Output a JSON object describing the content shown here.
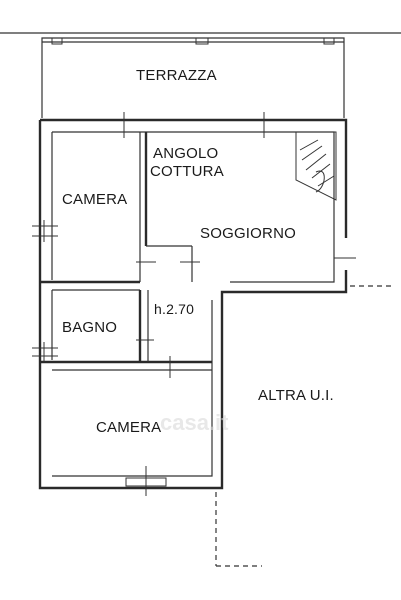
{
  "rooms": {
    "terrazza": "TERRAZZA",
    "angolo_line1": "ANGOLO",
    "angolo_line2": "COTTURA",
    "camera_top": "CAMERA",
    "soggiorno": "SOGGIORNO",
    "height": "h.2.70",
    "bagno": "BAGNO",
    "camera_bottom": "CAMERA",
    "altra": "ALTRA U.I."
  },
  "watermark": "casa.it"
}
